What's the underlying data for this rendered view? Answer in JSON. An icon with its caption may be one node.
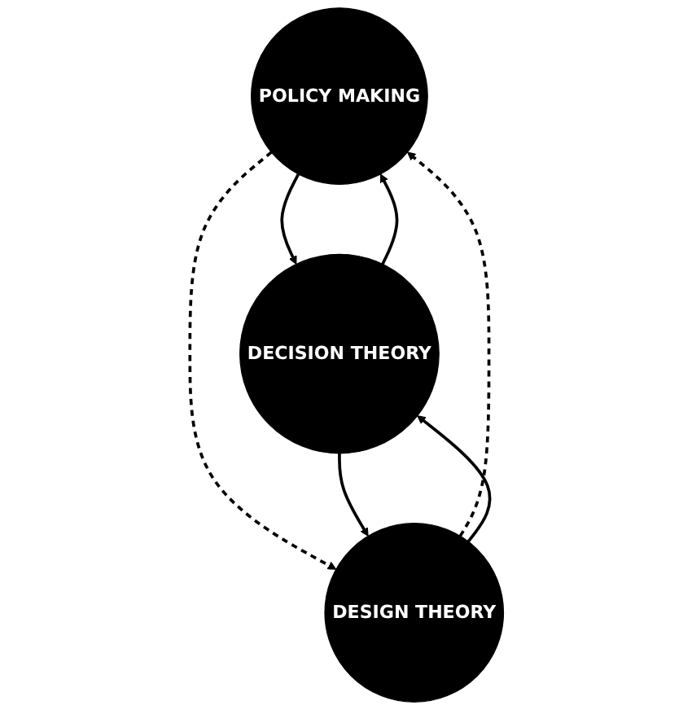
{
  "diagram": {
    "nodes": [
      {
        "text": [
          "POLICY MAKING"
        ]
      },
      {
        "text": [
          "DECISION THEORY"
        ]
      },
      {
        "text": [
          "DESIGN THEORY"
        ]
      }
    ],
    "edges": [
      {
        "from": 0,
        "to": 1,
        "arrow": "to"
      },
      {
        "from": 1,
        "to": 0,
        "arrow": "to"
      },
      {
        "from": 0,
        "to": 2,
        "arrow": "to",
        "style": "dashed"
      },
      {
        "from": 2,
        "to": 0,
        "arrow": "to",
        "style": "dashed"
      },
      {
        "from": 1,
        "to": 2,
        "arrow": "to"
      },
      {
        "from": 2,
        "to": 1,
        "arrow": "to"
      }
    ]
  }
}
